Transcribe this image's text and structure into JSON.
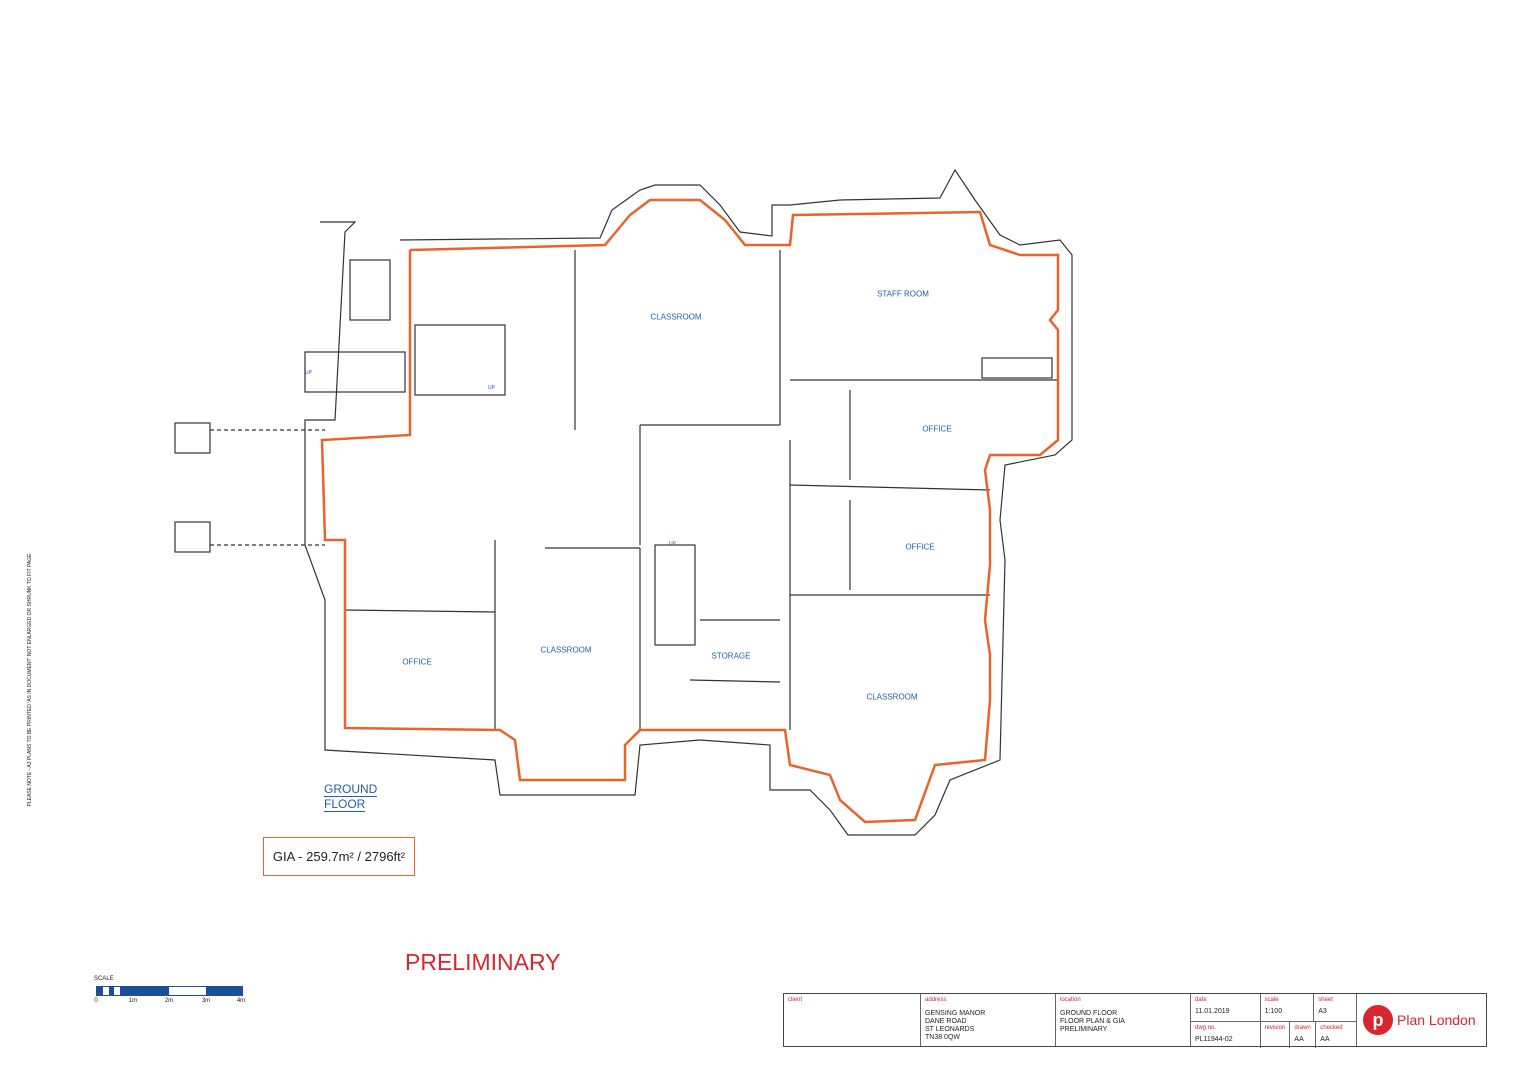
{
  "side_note": "PLEASE NOTE - A3 PLANS TO BE PRINTED 'AS IN DOCUMENT' NOT ENLARGED OR SHRUNK TO FIT PAGE",
  "rooms": [
    {
      "label": "CLASSROOM"
    },
    {
      "label": "STAFF ROOM"
    },
    {
      "label": "OFFICE"
    },
    {
      "label": "OFFICE"
    },
    {
      "label": "OFFICE"
    },
    {
      "label": "CLASSROOM"
    },
    {
      "label": "STORAGE"
    },
    {
      "label": "CLASSROOM"
    }
  ],
  "stair_labels": [
    "UP",
    "UP",
    "UP"
  ],
  "floor_title": [
    "GROUND",
    "FLOOR"
  ],
  "gia": "GIA - 259.7m² / 2796ft²",
  "status": "PRELIMINARY",
  "scale_bar": {
    "label": "SCALE",
    "ticks": [
      "0",
      "1m",
      "2m",
      "3m",
      "4m"
    ]
  },
  "colors": {
    "gia_outline": "#e8642c",
    "label_blue": "#1f5fb0",
    "brand_red": "#d8262e"
  },
  "title_block": {
    "client_label": "client",
    "address_label": "address",
    "address": [
      "GENSING MANOR",
      "DANE ROAD",
      "ST LEONARDS",
      "TN38 0QW"
    ],
    "location_label": "location",
    "location": [
      "GROUND FLOOR",
      "FLOOR PLAN & GIA",
      "PRELIMINARY"
    ],
    "date_label": "date",
    "date": "11.01.2019",
    "scale_label": "scale",
    "scale": "1:100",
    "sheet_label": "sheet",
    "sheet": "A3",
    "dwg_label": "dwg no.",
    "dwg": "PL11944-02",
    "revision_label": "revision",
    "drawn_label": "drawn",
    "drawn": "AA",
    "checked_label": "checked",
    "checked": "AA",
    "company": "Plan London"
  }
}
